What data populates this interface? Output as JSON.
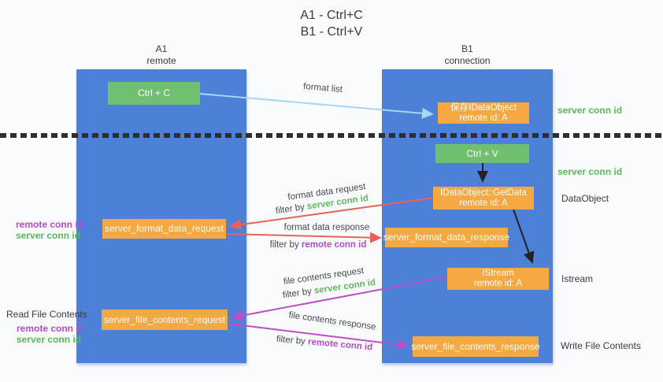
{
  "title": {
    "line1": "A1 - Ctrl+C",
    "line2": "B1 - Ctrl+V"
  },
  "lanes": {
    "a": {
      "name": "A1",
      "subtitle": "remote"
    },
    "b": {
      "name": "B1",
      "subtitle": "connection"
    }
  },
  "nodes": {
    "ctrl_c": {
      "label": "Ctrl + C"
    },
    "ctrl_v": {
      "label": "Ctrl + V"
    },
    "save_idataobject": {
      "line1": "保存IDataObject",
      "line2": "remote id: A"
    },
    "getdata": {
      "line1": "IDataObject::GetData",
      "line2": "remote id: A"
    },
    "istream": {
      "line1": "IStream",
      "line2": "remote id: A"
    },
    "format_request": {
      "label": "server_format_data_request"
    },
    "format_response": {
      "label": "server_format_data_response"
    },
    "file_request": {
      "label": "server_file_contents_request"
    },
    "file_response": {
      "label": "server_file_contents_response"
    }
  },
  "arrow_labels": {
    "format_list": "format list",
    "format_data_request": "format data request",
    "format_data_response": "format data response",
    "file_contents_request": "file contents request",
    "file_contents_response": "file contents response",
    "filter_by": "filter by",
    "server_conn_id": "server conn id",
    "remote_conn_id": "remote conn id"
  },
  "side_labels": {
    "server_conn_id_top": "server conn id",
    "server_conn_id_mid": "server conn id",
    "dataobject": "DataObject",
    "istream": "Istream",
    "write_file_contents": "Write File Contents",
    "read_file_contents": "Read File Contents",
    "remote_conn_id": "remote conn id",
    "server_conn_id": "server conn id"
  },
  "colors": {
    "lane_blue": "#4d81d7",
    "node_green": "#71bf71",
    "node_orange": "#f6a842",
    "arrow_red": "#e8625a",
    "arrow_magenta": "#bb4ec9",
    "arrow_light_blue": "#a9d4f3",
    "arrow_black": "#222222",
    "text_green": "#5cb85c",
    "text_purple": "#b14ecb"
  }
}
